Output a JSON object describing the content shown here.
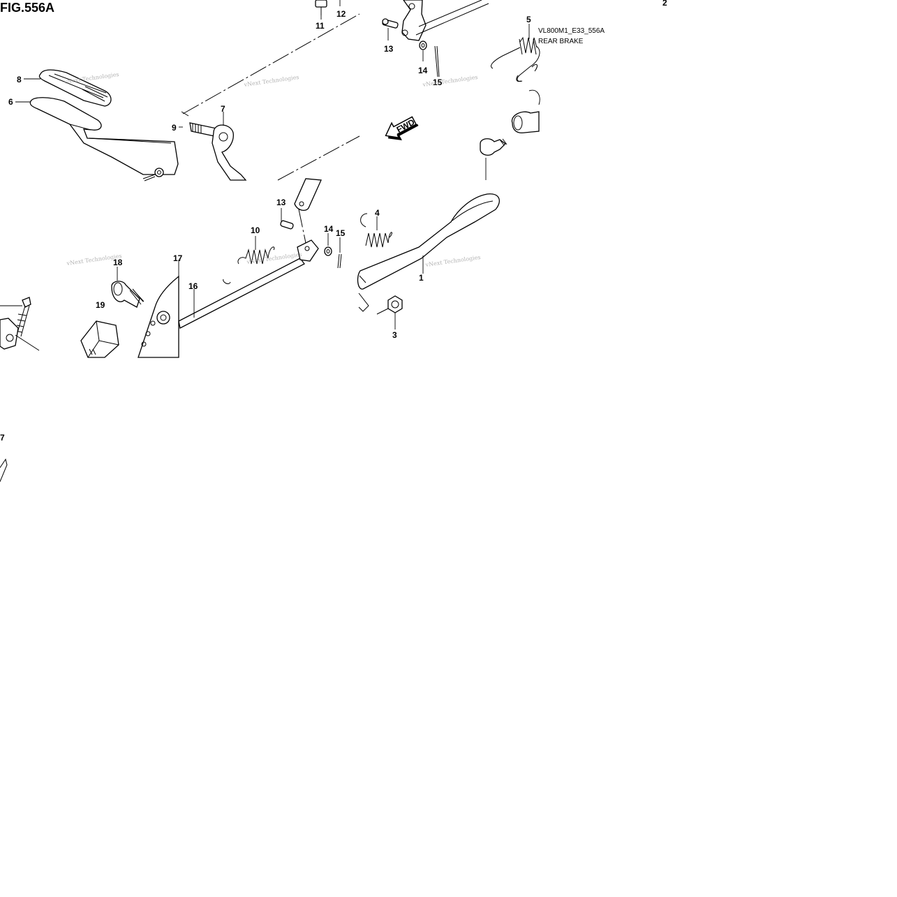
{
  "figure": {
    "title": "FIG.556A",
    "code": "VL800M1_E33_556A",
    "caption": "REAR BRAKE"
  },
  "callouts": {
    "c1": "1",
    "c2": "2",
    "c3": "3",
    "c4": "4",
    "c5": "5",
    "c6": "6",
    "c7": "7",
    "c7b": "7",
    "c8": "8",
    "c9": "9",
    "c10": "10",
    "c11": "11",
    "c12": "12",
    "c13a": "13",
    "c13b": "13",
    "c14a": "14",
    "c14b": "14",
    "c15a": "15",
    "c15b": "15",
    "c16": "16",
    "c17": "17",
    "c18": "18",
    "c19": "19"
  },
  "arrow": {
    "label": "FWD"
  },
  "watermark": {
    "text": "vNext Technologies"
  }
}
